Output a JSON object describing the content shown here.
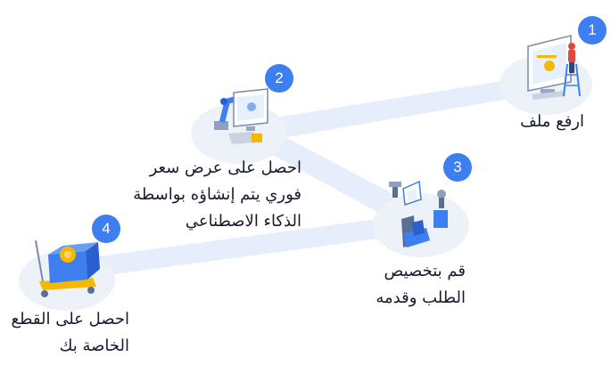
{
  "steps": [
    {
      "number": "1",
      "lines": [
        "ارفع ملف"
      ]
    },
    {
      "number": "2",
      "lines": [
        "احصل على عرض سعر",
        "فوري يتم إنشاؤه بواسطة",
        "الذكاء الاصطناعي"
      ]
    },
    {
      "number": "3",
      "lines": [
        "قم بتخصيص",
        "الطلب وقدمه"
      ]
    },
    {
      "number": "4",
      "lines": [
        "احصل على القطع",
        "الخاصة بك"
      ]
    }
  ],
  "colors": {
    "accent": "#3d7ff0",
    "path": "#e6eefb",
    "disc": "#edf1f8"
  }
}
